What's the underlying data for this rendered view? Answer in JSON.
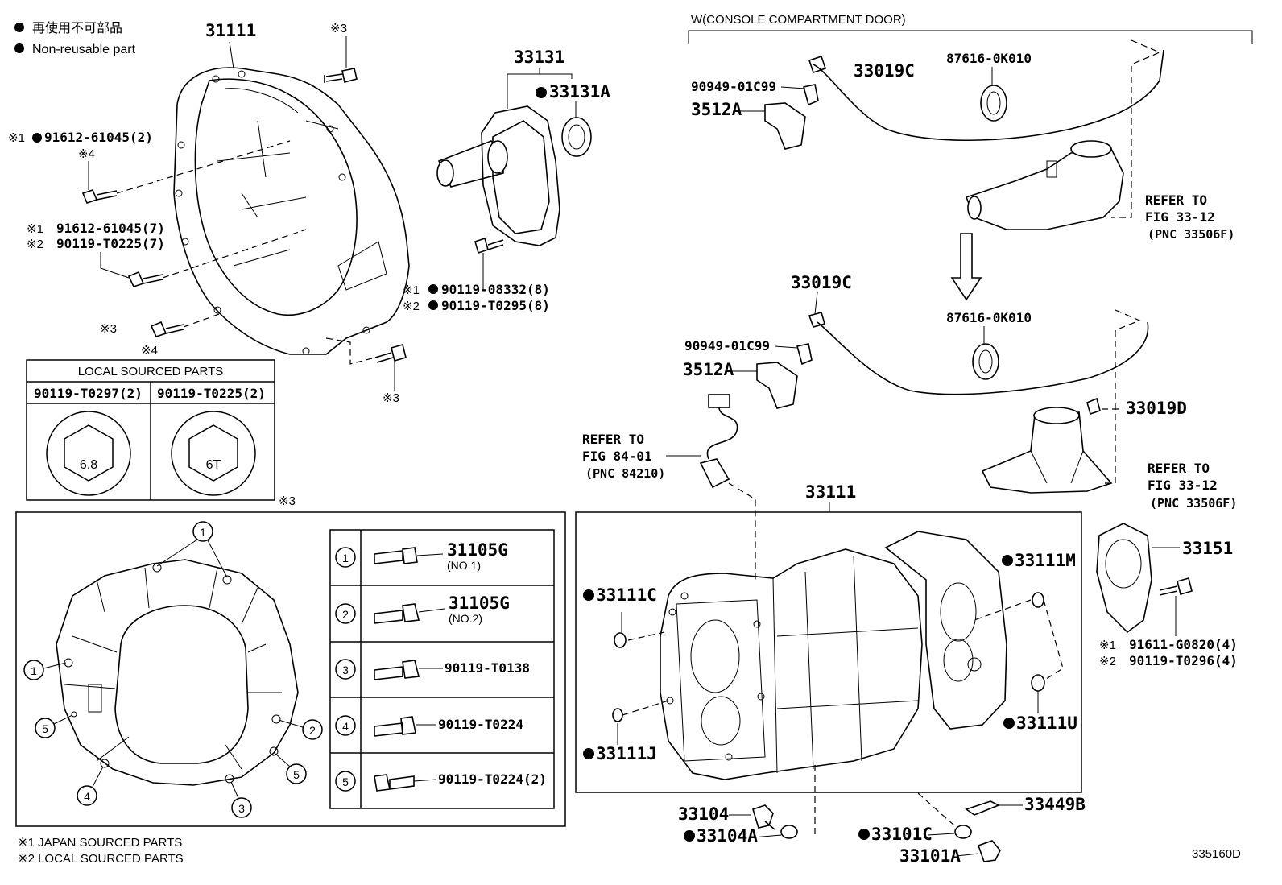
{
  "legend": {
    "line1": "再使用不可部品",
    "line2": "Non-reusable part",
    "footnote1": "※1 JAPAN SOURCED PARTS",
    "footnote2": "※2 LOCAL SOURCED PARTS"
  },
  "console_note": "W(CONSOLE COMPARTMENT DOOR)",
  "labels": {
    "p31111": "31111",
    "note3_top": "※3",
    "p91612_2": "91612-61045(2)",
    "mark1_a": "※1",
    "note4_a": "※4",
    "p91612_7_prefix": "※1",
    "p91612_7": "91612-61045(7)",
    "p90119_T0225_prefix": "※2",
    "p90119_T0225": "90119-T0225(7)",
    "note3_left": "※3",
    "note4_b": "※4",
    "p33131": "33131",
    "p33131A": "33131A",
    "p90119_08332_prefix": "※1",
    "p90119_08332": "90119-08332(8)",
    "p90119_T0295_prefix": "※2",
    "p90119_T0295": "90119-T0295(8)",
    "note3_bottom": "※3",
    "note3_box": "※3",
    "p33019C_top": "33019C",
    "p87616_top": "87616-0K010",
    "p90949_top": "90949-01C99",
    "p3512A_top": "3512A",
    "refer_top_1": "REFER TO",
    "refer_top_2": "FIG 33-12",
    "refer_top_3": "(PNC 33506F)",
    "p33019C_mid": "33019C",
    "p87616_mid": "87616-0K010",
    "p90949_mid": "90949-01C99",
    "p3512A_mid": "3512A",
    "p33019D": "33019D",
    "refer_mid_1": "REFER TO",
    "refer_mid_2": "FIG 33-12",
    "refer_mid_3": "(PNC 33506F)",
    "refer_left_1": "REFER TO",
    "refer_left_2": "FIG 84-01",
    "refer_left_3": "(PNC 84210)",
    "p33111": "33111",
    "p33111C": "33111C",
    "p33111J": "33111J",
    "p33111M": "33111M",
    "p33111U": "33111U",
    "p33151": "33151",
    "p91611_prefix": "※1",
    "p91611": "91611-G0820(4)",
    "p90119_T0296_prefix": "※2",
    "p90119_T0296": "90119-T0296(4)",
    "p33104": "33104",
    "p33104A": "33104A",
    "p33101C": "33101C",
    "p33101A": "33101A",
    "p33449B": "33449B",
    "figure_id": "335160D"
  },
  "local_parts": {
    "title": "LOCAL SOURCED PARTS",
    "col1": "90119-T0297(2)",
    "col2": "90119-T0225(2)",
    "mark1": "6.8",
    "mark2": "6T"
  },
  "bolt_table": {
    "rows": [
      {
        "num": "1",
        "part": "31105G",
        "sub": "(NO.1)"
      },
      {
        "num": "2",
        "part": "31105G",
        "sub": "(NO.2)"
      },
      {
        "num": "3",
        "part": "90119-T0138",
        "sub": ""
      },
      {
        "num": "4",
        "part": "90119-T0224",
        "sub": ""
      },
      {
        "num": "5",
        "part": "90119-T0224(2)",
        "sub": ""
      }
    ]
  },
  "housing_callouts": [
    "1",
    "1",
    "1",
    "5",
    "2",
    "5",
    "4",
    "3"
  ]
}
